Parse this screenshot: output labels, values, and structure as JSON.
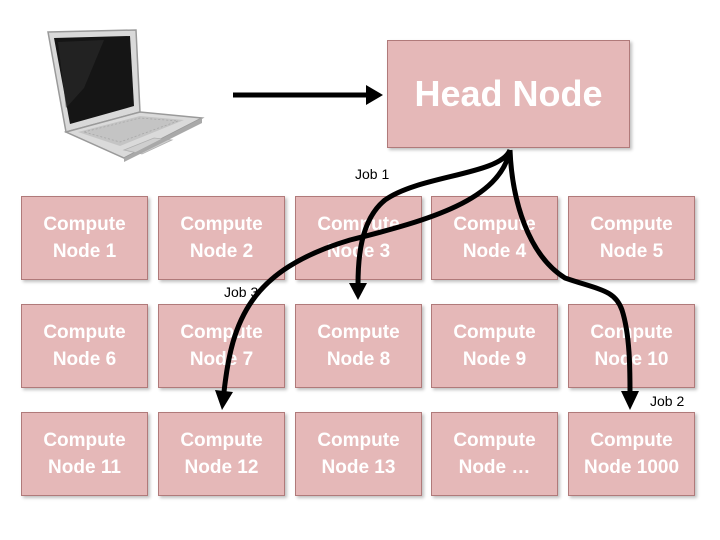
{
  "head_node": {
    "label": "Head Node"
  },
  "compute_nodes": [
    {
      "line1": "Compute",
      "line2": "Node 1"
    },
    {
      "line1": "Compute",
      "line2": "Node 2"
    },
    {
      "line1": "Compute",
      "line2": "Node 3"
    },
    {
      "line1": "Compute",
      "line2": "Node 4"
    },
    {
      "line1": "Compute",
      "line2": "Node 5"
    },
    {
      "line1": "Compute",
      "line2": "Node 6"
    },
    {
      "line1": "Compute",
      "line2": "Node 7"
    },
    {
      "line1": "Compute",
      "line2": "Node 8"
    },
    {
      "line1": "Compute",
      "line2": "Node 9"
    },
    {
      "line1": "Compute",
      "line2": "Node 10"
    },
    {
      "line1": "Compute",
      "line2": "Node 11"
    },
    {
      "line1": "Compute",
      "line2": "Node 12"
    },
    {
      "line1": "Compute",
      "line2": "Node 13"
    },
    {
      "line1": "Compute",
      "line2": "Node …"
    },
    {
      "line1": "Compute",
      "line2": "Node 1000"
    }
  ],
  "jobs": [
    {
      "label": "Job 1",
      "target_node": "Node 8"
    },
    {
      "label": "Job 2",
      "target_node": "Node 1000"
    },
    {
      "label": "Job 3",
      "target_node": "Node 12"
    }
  ],
  "colors": {
    "node_fill": "#e5b8b8",
    "node_border": "#b07a7a",
    "node_text": "#ffffff",
    "arrow": "#000000"
  },
  "icons": {
    "client": "laptop-icon"
  }
}
